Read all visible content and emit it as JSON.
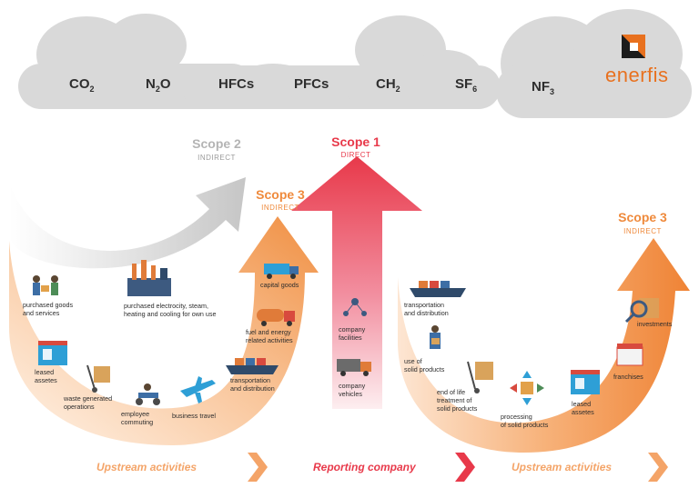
{
  "gases": [
    {
      "base": "CO",
      "sub": "2"
    },
    {
      "base": "N",
      "sub": "2",
      "tail": "O"
    },
    {
      "base": "HFCs",
      "sub": ""
    },
    {
      "base": "PFCs",
      "sub": ""
    },
    {
      "base": "CH",
      "sub": "2"
    },
    {
      "base": "SF",
      "sub": "6"
    },
    {
      "base": "NF",
      "sub": "3"
    }
  ],
  "logo": {
    "text": "enerfis"
  },
  "scopes": {
    "scope2": {
      "title": "Scope 2",
      "sub": "INDIRECT",
      "color": "#b4b4b4"
    },
    "scope1": {
      "title": "Scope 1",
      "sub": "DIRECT",
      "color": "#e8394a"
    },
    "scope3_up": {
      "title": "Scope 3",
      "sub": "INDIRECT",
      "color": "#ef8a3c"
    },
    "scope3_down": {
      "title": "Scope 3",
      "sub": "INDIRECT",
      "color": "#ef8a3c"
    }
  },
  "labels": {
    "purchased_goods": "purchased goods\nand services",
    "purchased_electricity": "purchased electrocity, steam,\nheating and cooling for own use",
    "leased_assets_up": "leased\nassetes",
    "waste": "waste generated\noperations",
    "employee": "employee\ncommuting",
    "business_travel": "business travel",
    "transport_up": "transportation\nand distribution",
    "fuel": "fuel and energy\nrelated activities",
    "capital": "capital goods",
    "company_facilities": "company\nfacilities",
    "company_vehicles": "company\nvehicles",
    "transport_down": "transportation\nand distribution",
    "use_of": "use of\nsolid products",
    "end_of_life": "end of life\ntreatment of\nsolid products",
    "processing": "processing\nof solid products",
    "leased_assets_down": "leased\nassetes",
    "franchises": "franchises",
    "investments": "investments"
  },
  "footer": {
    "left": "Upstream activities",
    "middle": "Reporting company",
    "right": "Upstream activities",
    "orange": "#f4a468",
    "red": "#e8394a"
  }
}
